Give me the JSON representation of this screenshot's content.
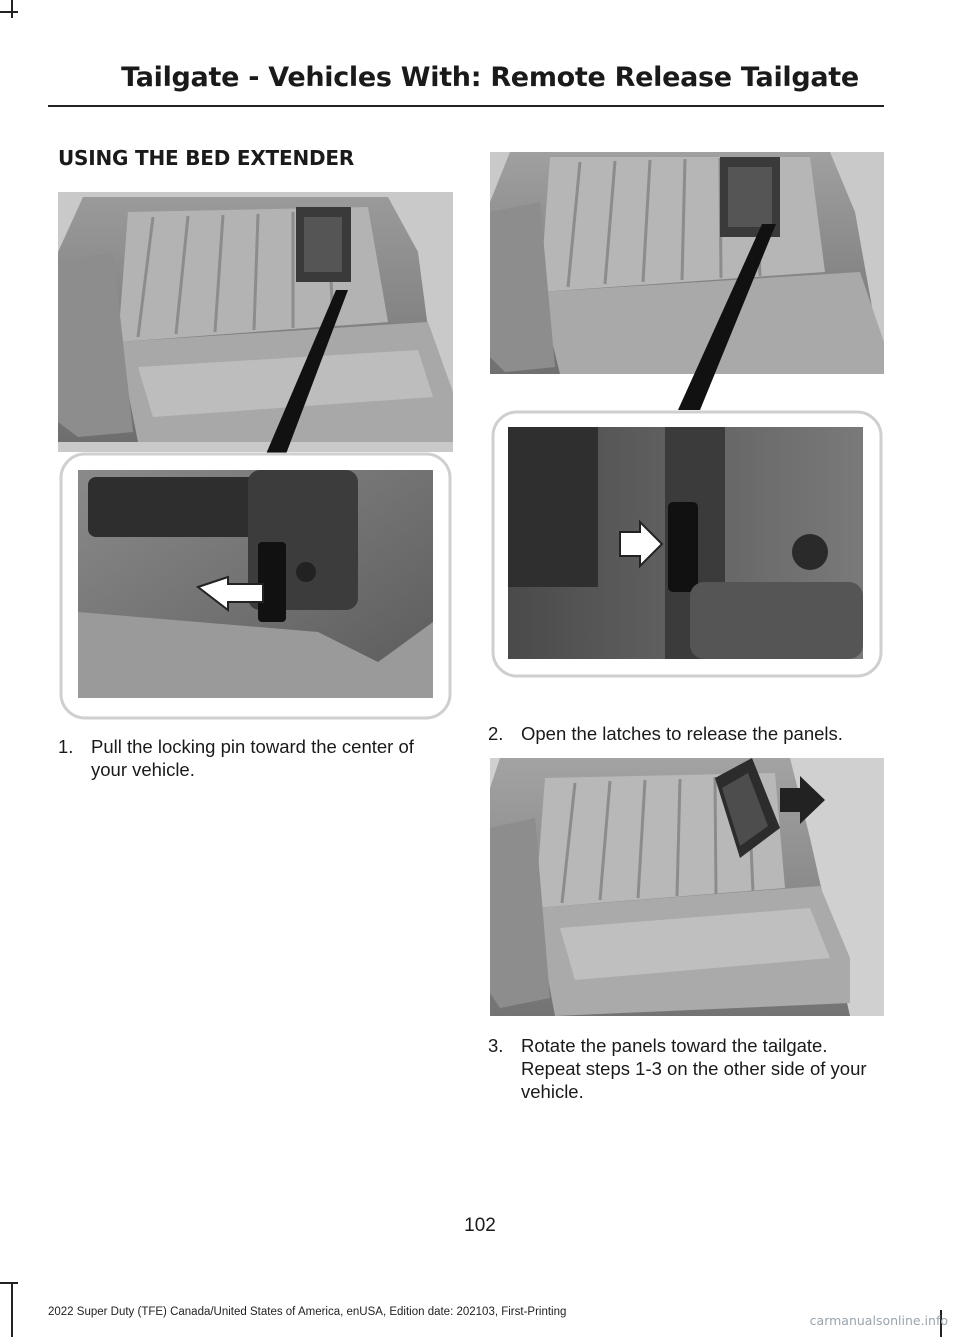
{
  "header": {
    "title": "Tailgate - Vehicles With: Remote Release Tailgate"
  },
  "section": {
    "heading": "USING THE BED EXTENDER"
  },
  "steps": [
    {
      "number": "1.",
      "text": "Pull the locking pin toward the center of your vehicle."
    },
    {
      "number": "2.",
      "text": "Open the latches to release the panels."
    },
    {
      "number": "3.",
      "text": "Rotate the panels toward the tailgate. Repeat steps 1-3 on the other side of your vehicle."
    }
  ],
  "footer": {
    "page_number": "102",
    "publication": "2022 Super Duty (TFE) Canada/United States of America, enUSA, Edition date: 202103, First-Printing",
    "watermark": "carmanualsonline.info"
  }
}
